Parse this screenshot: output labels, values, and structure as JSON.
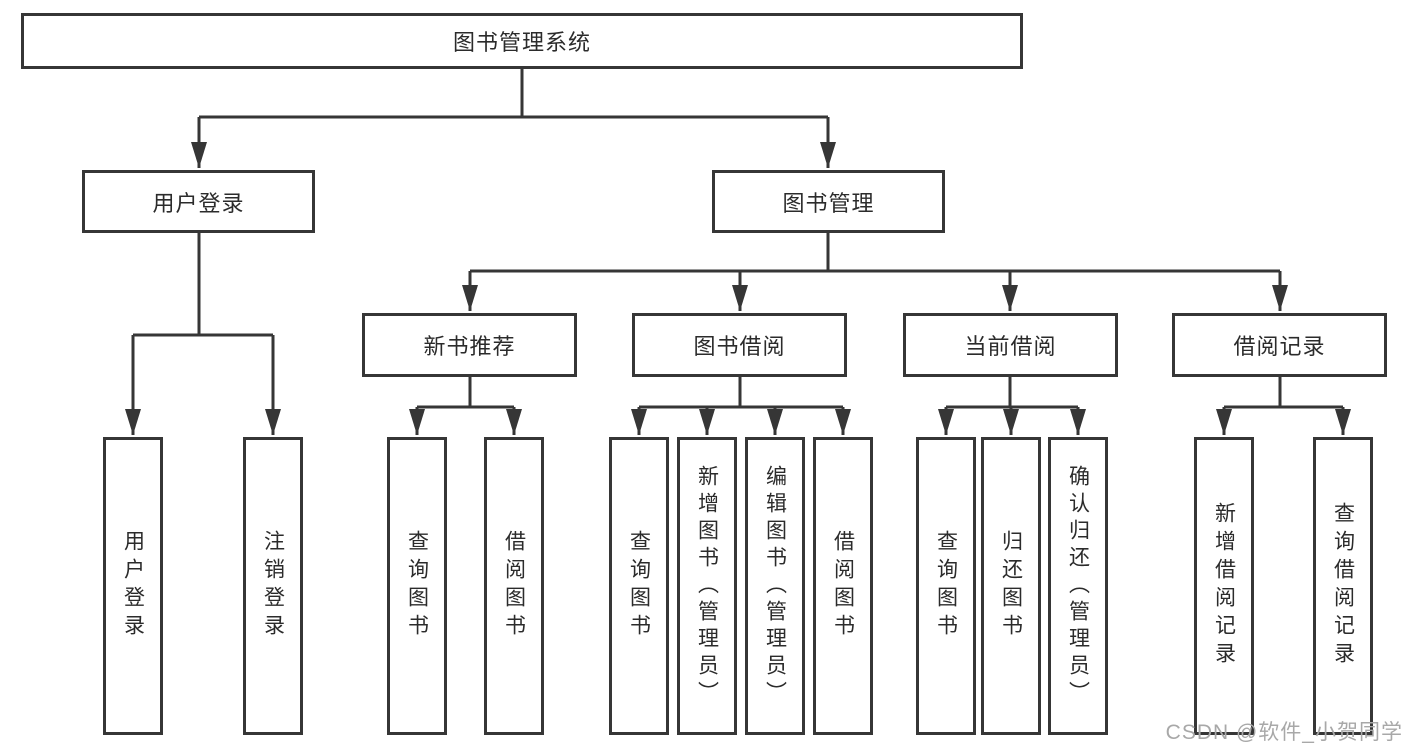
{
  "title": "图书管理系统",
  "watermark": "CSDN @软件_小贺同学",
  "colors": {
    "line": "#363636",
    "text": "#2b2b2b",
    "watermark": "#a8a8a8",
    "background": "#ffffff"
  },
  "tree": {
    "root": {
      "label": "图书管理系统",
      "children": [
        {
          "label": "用户登录",
          "children": [
            {
              "label": "用户登录"
            },
            {
              "label": "注销登录"
            }
          ]
        },
        {
          "label": "图书管理",
          "children": [
            {
              "label": "新书推荐",
              "children": [
                {
                  "label": "查询图书"
                },
                {
                  "label": "借阅图书"
                }
              ]
            },
            {
              "label": "图书借阅",
              "children": [
                {
                  "label": "查询图书"
                },
                {
                  "label": "新增图书（管理员）"
                },
                {
                  "label": "编辑图书（管理员）"
                },
                {
                  "label": "借阅图书"
                }
              ]
            },
            {
              "label": "当前借阅",
              "children": [
                {
                  "label": "查询图书"
                },
                {
                  "label": "归还图书"
                },
                {
                  "label": "确认归还（管理员）"
                }
              ]
            },
            {
              "label": "借阅记录",
              "children": [
                {
                  "label": "新增借阅记录"
                },
                {
                  "label": "查询借阅记录"
                }
              ]
            }
          ]
        }
      ]
    }
  }
}
